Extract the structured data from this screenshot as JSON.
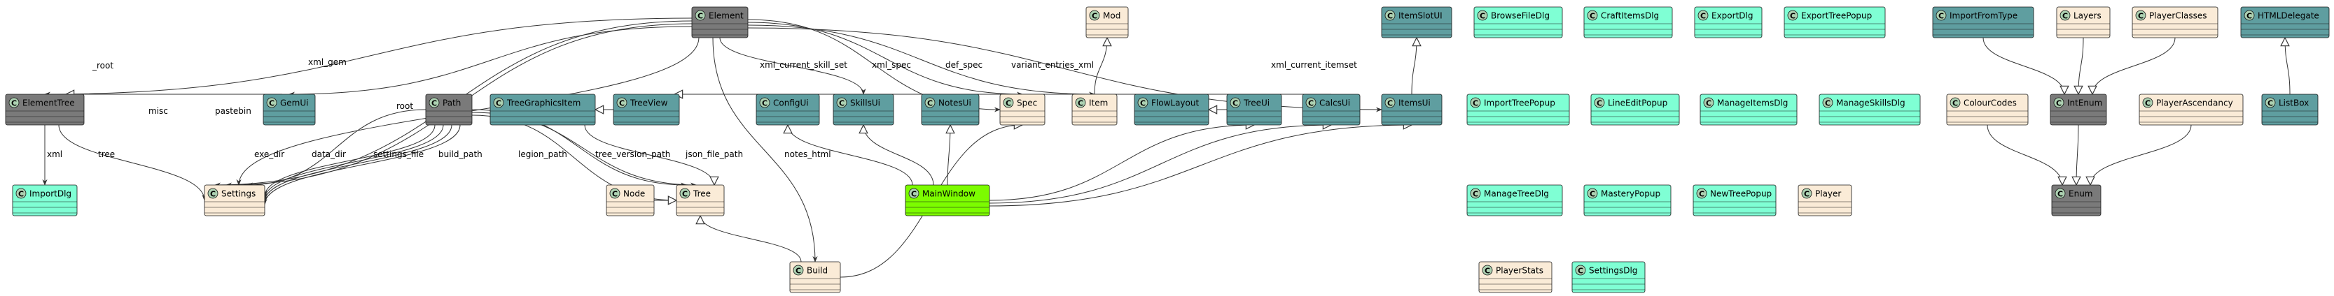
{
  "colors": {
    "gray": "#7a7a7a",
    "teal": "#5f9ea0",
    "aqua": "#7fffd4",
    "cream": "#faebd7",
    "green": "#7cfc00",
    "line": "#333333",
    "circle": "#add1b2"
  },
  "classes": [
    {
      "id": "Element",
      "label": "Element",
      "color": "gray"
    },
    {
      "id": "ElementTree",
      "label": "ElementTree",
      "color": "gray"
    },
    {
      "id": "ImportDlg",
      "label": "ImportDlg",
      "color": "aqua"
    },
    {
      "id": "GemUi",
      "label": "GemUi",
      "color": "teal"
    },
    {
      "id": "Settings",
      "label": "Settings",
      "color": "cream"
    },
    {
      "id": "Path",
      "label": "Path",
      "color": "gray"
    },
    {
      "id": "TreeGraphicsItem",
      "label": "TreeGraphicsItem",
      "color": "teal"
    },
    {
      "id": "TreeView",
      "label": "TreeView",
      "color": "teal"
    },
    {
      "id": "ConfigUi",
      "label": "ConfigUi",
      "color": "teal"
    },
    {
      "id": "SkillsUi",
      "label": "SkillsUi",
      "color": "teal"
    },
    {
      "id": "NotesUi",
      "label": "NotesUi",
      "color": "teal"
    },
    {
      "id": "Spec",
      "label": "Spec",
      "color": "cream"
    },
    {
      "id": "Mod",
      "label": "Mod",
      "color": "cream"
    },
    {
      "id": "Item",
      "label": "Item",
      "color": "cream"
    },
    {
      "id": "FlowLayout",
      "label": "FlowLayout",
      "color": "teal"
    },
    {
      "id": "TreeUi",
      "label": "TreeUi",
      "color": "teal"
    },
    {
      "id": "CalcsUi",
      "label": "CalcsUi",
      "color": "teal"
    },
    {
      "id": "ItemSlotUI",
      "label": "ItemSlotUI",
      "color": "teal"
    },
    {
      "id": "ItemsUi",
      "label": "ItemsUi",
      "color": "teal"
    },
    {
      "id": "Node",
      "label": "Node",
      "color": "cream"
    },
    {
      "id": "Tree",
      "label": "Tree",
      "color": "cream"
    },
    {
      "id": "MainWindow",
      "label": "MainWindow",
      "color": "green"
    },
    {
      "id": "Build",
      "label": "Build",
      "color": "cream"
    },
    {
      "id": "BrowseFileDlg",
      "label": "BrowseFileDlg",
      "color": "aqua"
    },
    {
      "id": "CraftItemsDlg",
      "label": "CraftItemsDlg",
      "color": "aqua"
    },
    {
      "id": "ExportDlg",
      "label": "ExportDlg",
      "color": "aqua"
    },
    {
      "id": "ExportTreePopup",
      "label": "ExportTreePopup",
      "color": "aqua"
    },
    {
      "id": "ImportTreePopup",
      "label": "ImportTreePopup",
      "color": "aqua"
    },
    {
      "id": "LineEditPopup",
      "label": "LineEditPopup",
      "color": "aqua"
    },
    {
      "id": "ManageItemsDlg",
      "label": "ManageItemsDlg",
      "color": "aqua"
    },
    {
      "id": "ManageSkillsDlg",
      "label": "ManageSkillsDlg",
      "color": "aqua"
    },
    {
      "id": "ManageTreeDlg",
      "label": "ManageTreeDlg",
      "color": "aqua"
    },
    {
      "id": "MasteryPopup",
      "label": "MasteryPopup",
      "color": "aqua"
    },
    {
      "id": "NewTreePopup",
      "label": "NewTreePopup",
      "color": "aqua"
    },
    {
      "id": "Player",
      "label": "Player",
      "color": "cream"
    },
    {
      "id": "PlayerStats",
      "label": "PlayerStats",
      "color": "cream"
    },
    {
      "id": "SettingsDlg",
      "label": "SettingsDlg",
      "color": "aqua"
    },
    {
      "id": "ImportFromType",
      "label": "ImportFromType",
      "color": "teal"
    },
    {
      "id": "Layers",
      "label": "Layers",
      "color": "cream"
    },
    {
      "id": "PlayerClasses",
      "label": "PlayerClasses",
      "color": "cream"
    },
    {
      "id": "ColourCodes",
      "label": "ColourCodes",
      "color": "cream"
    },
    {
      "id": "IntEnum",
      "label": "IntEnum",
      "color": "gray"
    },
    {
      "id": "PlayerAscendancy",
      "label": "PlayerAscendancy",
      "color": "cream"
    },
    {
      "id": "Enum",
      "label": "Enum",
      "color": "gray"
    },
    {
      "id": "HTMLDelegate",
      "label": "HTMLDelegate",
      "color": "teal"
    },
    {
      "id": "ListBox",
      "label": "ListBox",
      "color": "teal"
    }
  ],
  "edge_labels": [
    "_root",
    "misc",
    "pastebin",
    "xml_gem",
    "root",
    "xml",
    "tree",
    "exe_dir",
    "data_dir",
    "settings_file",
    "build_path",
    "legion_path",
    "tree_version_path",
    "json_file_path",
    "notes_html",
    "xml_current_skill_set",
    "xml_spec",
    "def_spec",
    "variant_entries_xml",
    "xml_current_itemset"
  ]
}
